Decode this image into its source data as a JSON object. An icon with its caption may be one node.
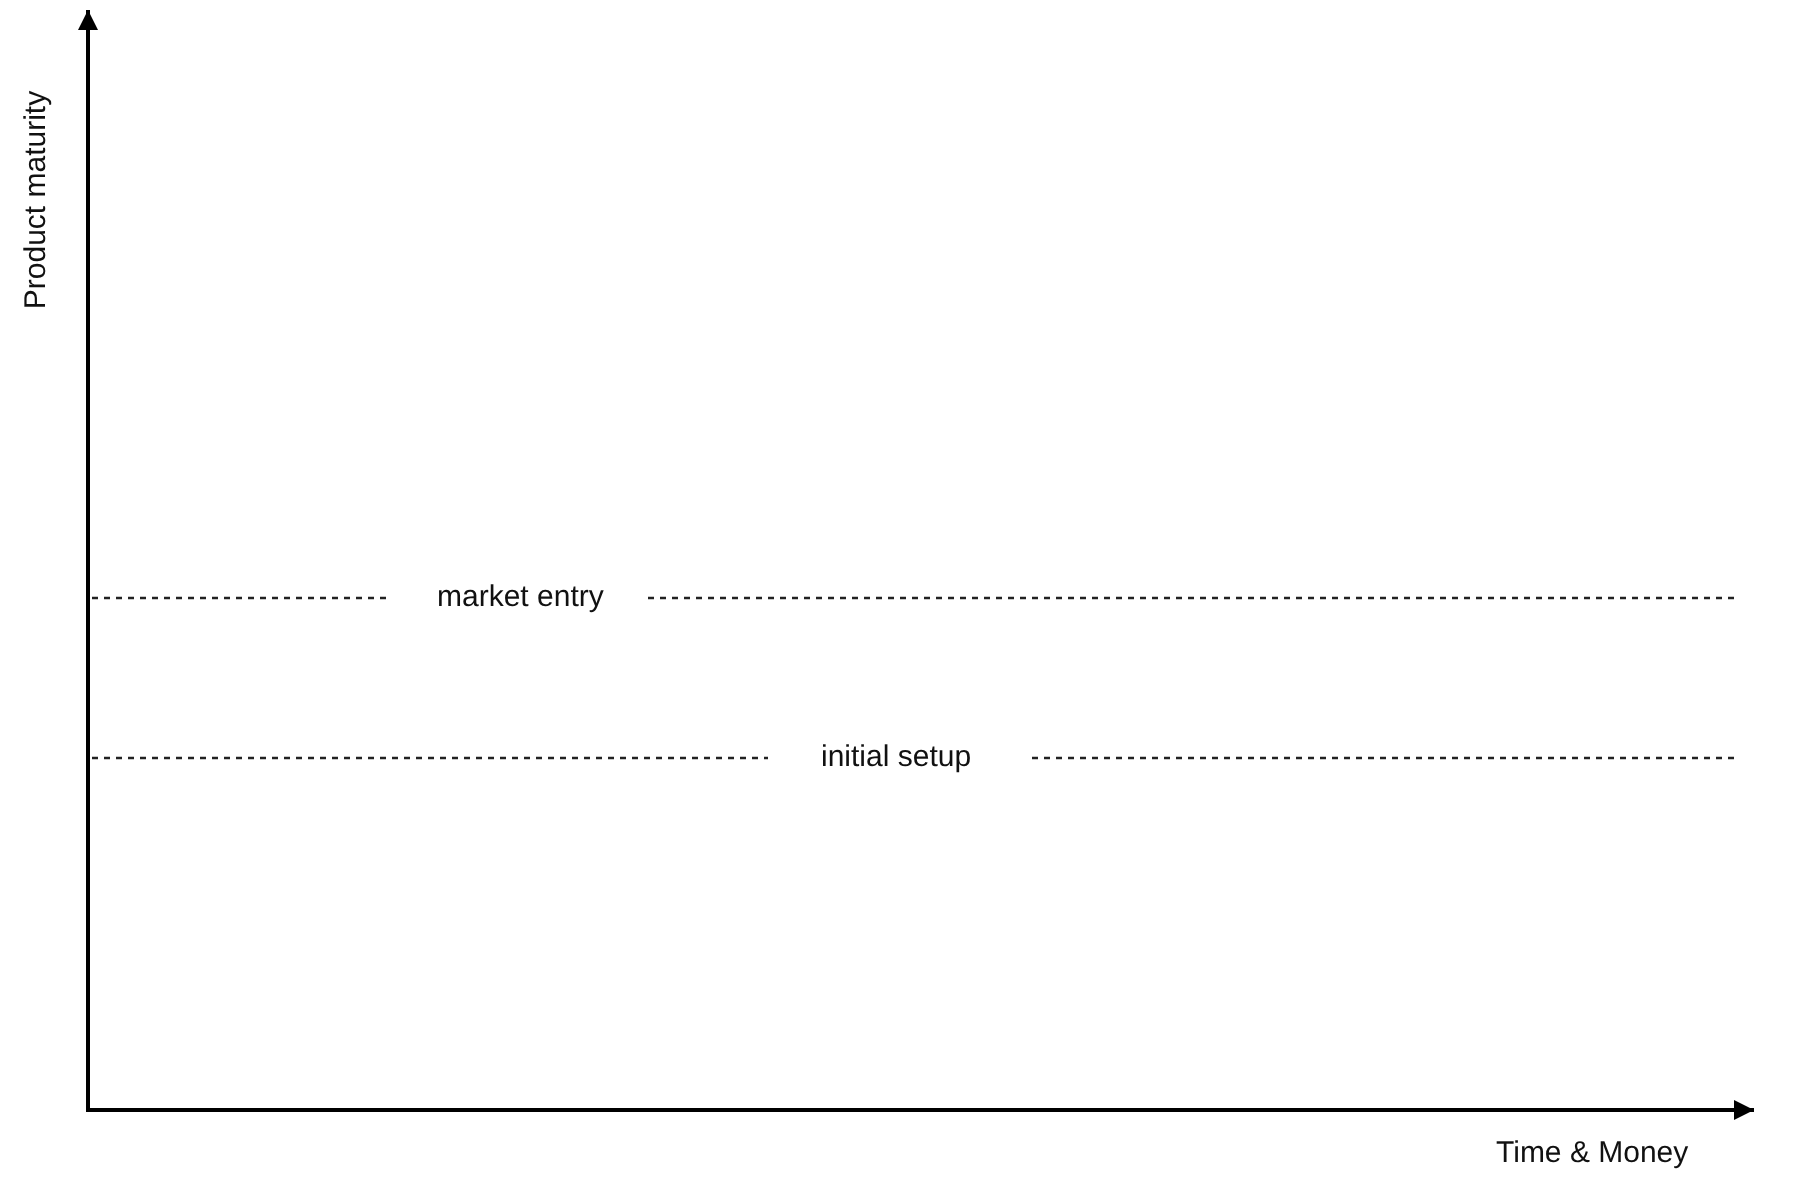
{
  "diagram": {
    "labels": [
      "Product maturity",
      "market entry",
      "initial setup",
      "Time & Money"
    ]
  }
}
